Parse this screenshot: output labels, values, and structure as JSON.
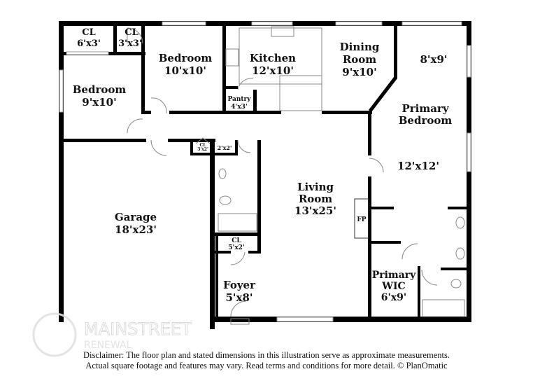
{
  "rooms": [
    {
      "name": "CL",
      "size": "6'x3'"
    },
    {
      "name": "CL",
      "size": "3'x3'"
    },
    {
      "name": "Bedroom",
      "size": "10'x10'"
    },
    {
      "name": "Kitchen",
      "size": "12'x10'"
    },
    {
      "name": "Dining",
      "name2": "Room",
      "size": "9'x10'"
    },
    {
      "name": "",
      "size": "8'x9'"
    },
    {
      "name": "Bedroom",
      "size": "9'x10'"
    },
    {
      "name": "Pantry",
      "size": "4'x3'"
    },
    {
      "name": "Primary",
      "name2": "Bedroom",
      "size": "12'x12'"
    },
    {
      "name": "CL",
      "size": "3'x2'"
    },
    {
      "name": "",
      "size": "2'x2'"
    },
    {
      "name": "Living",
      "name2": "Room",
      "size": "13'x25'"
    },
    {
      "name": "Garage",
      "size": "18'x23'"
    },
    {
      "name": "FP",
      "size": ""
    },
    {
      "name": "CL",
      "size": "5'x2'"
    },
    {
      "name": "Primary",
      "name2": "WIC",
      "size": "6'x9'"
    },
    {
      "name": "Foyer",
      "size": "5'x8'"
    }
  ],
  "logo": {
    "line1": "MAINSTREET",
    "line2": "RENEWAL"
  },
  "disclaimer": {
    "line1": "Disclaimer: The floor plan and stated dimensions in this illustration serve as approximate measurements.",
    "line2": "Actual square footage and features may vary. Read terms and conditions for more detail. © PlanOmatic"
  },
  "colors": {
    "wall": "#000000",
    "window": "#999999",
    "watermark": "#dddddd"
  }
}
